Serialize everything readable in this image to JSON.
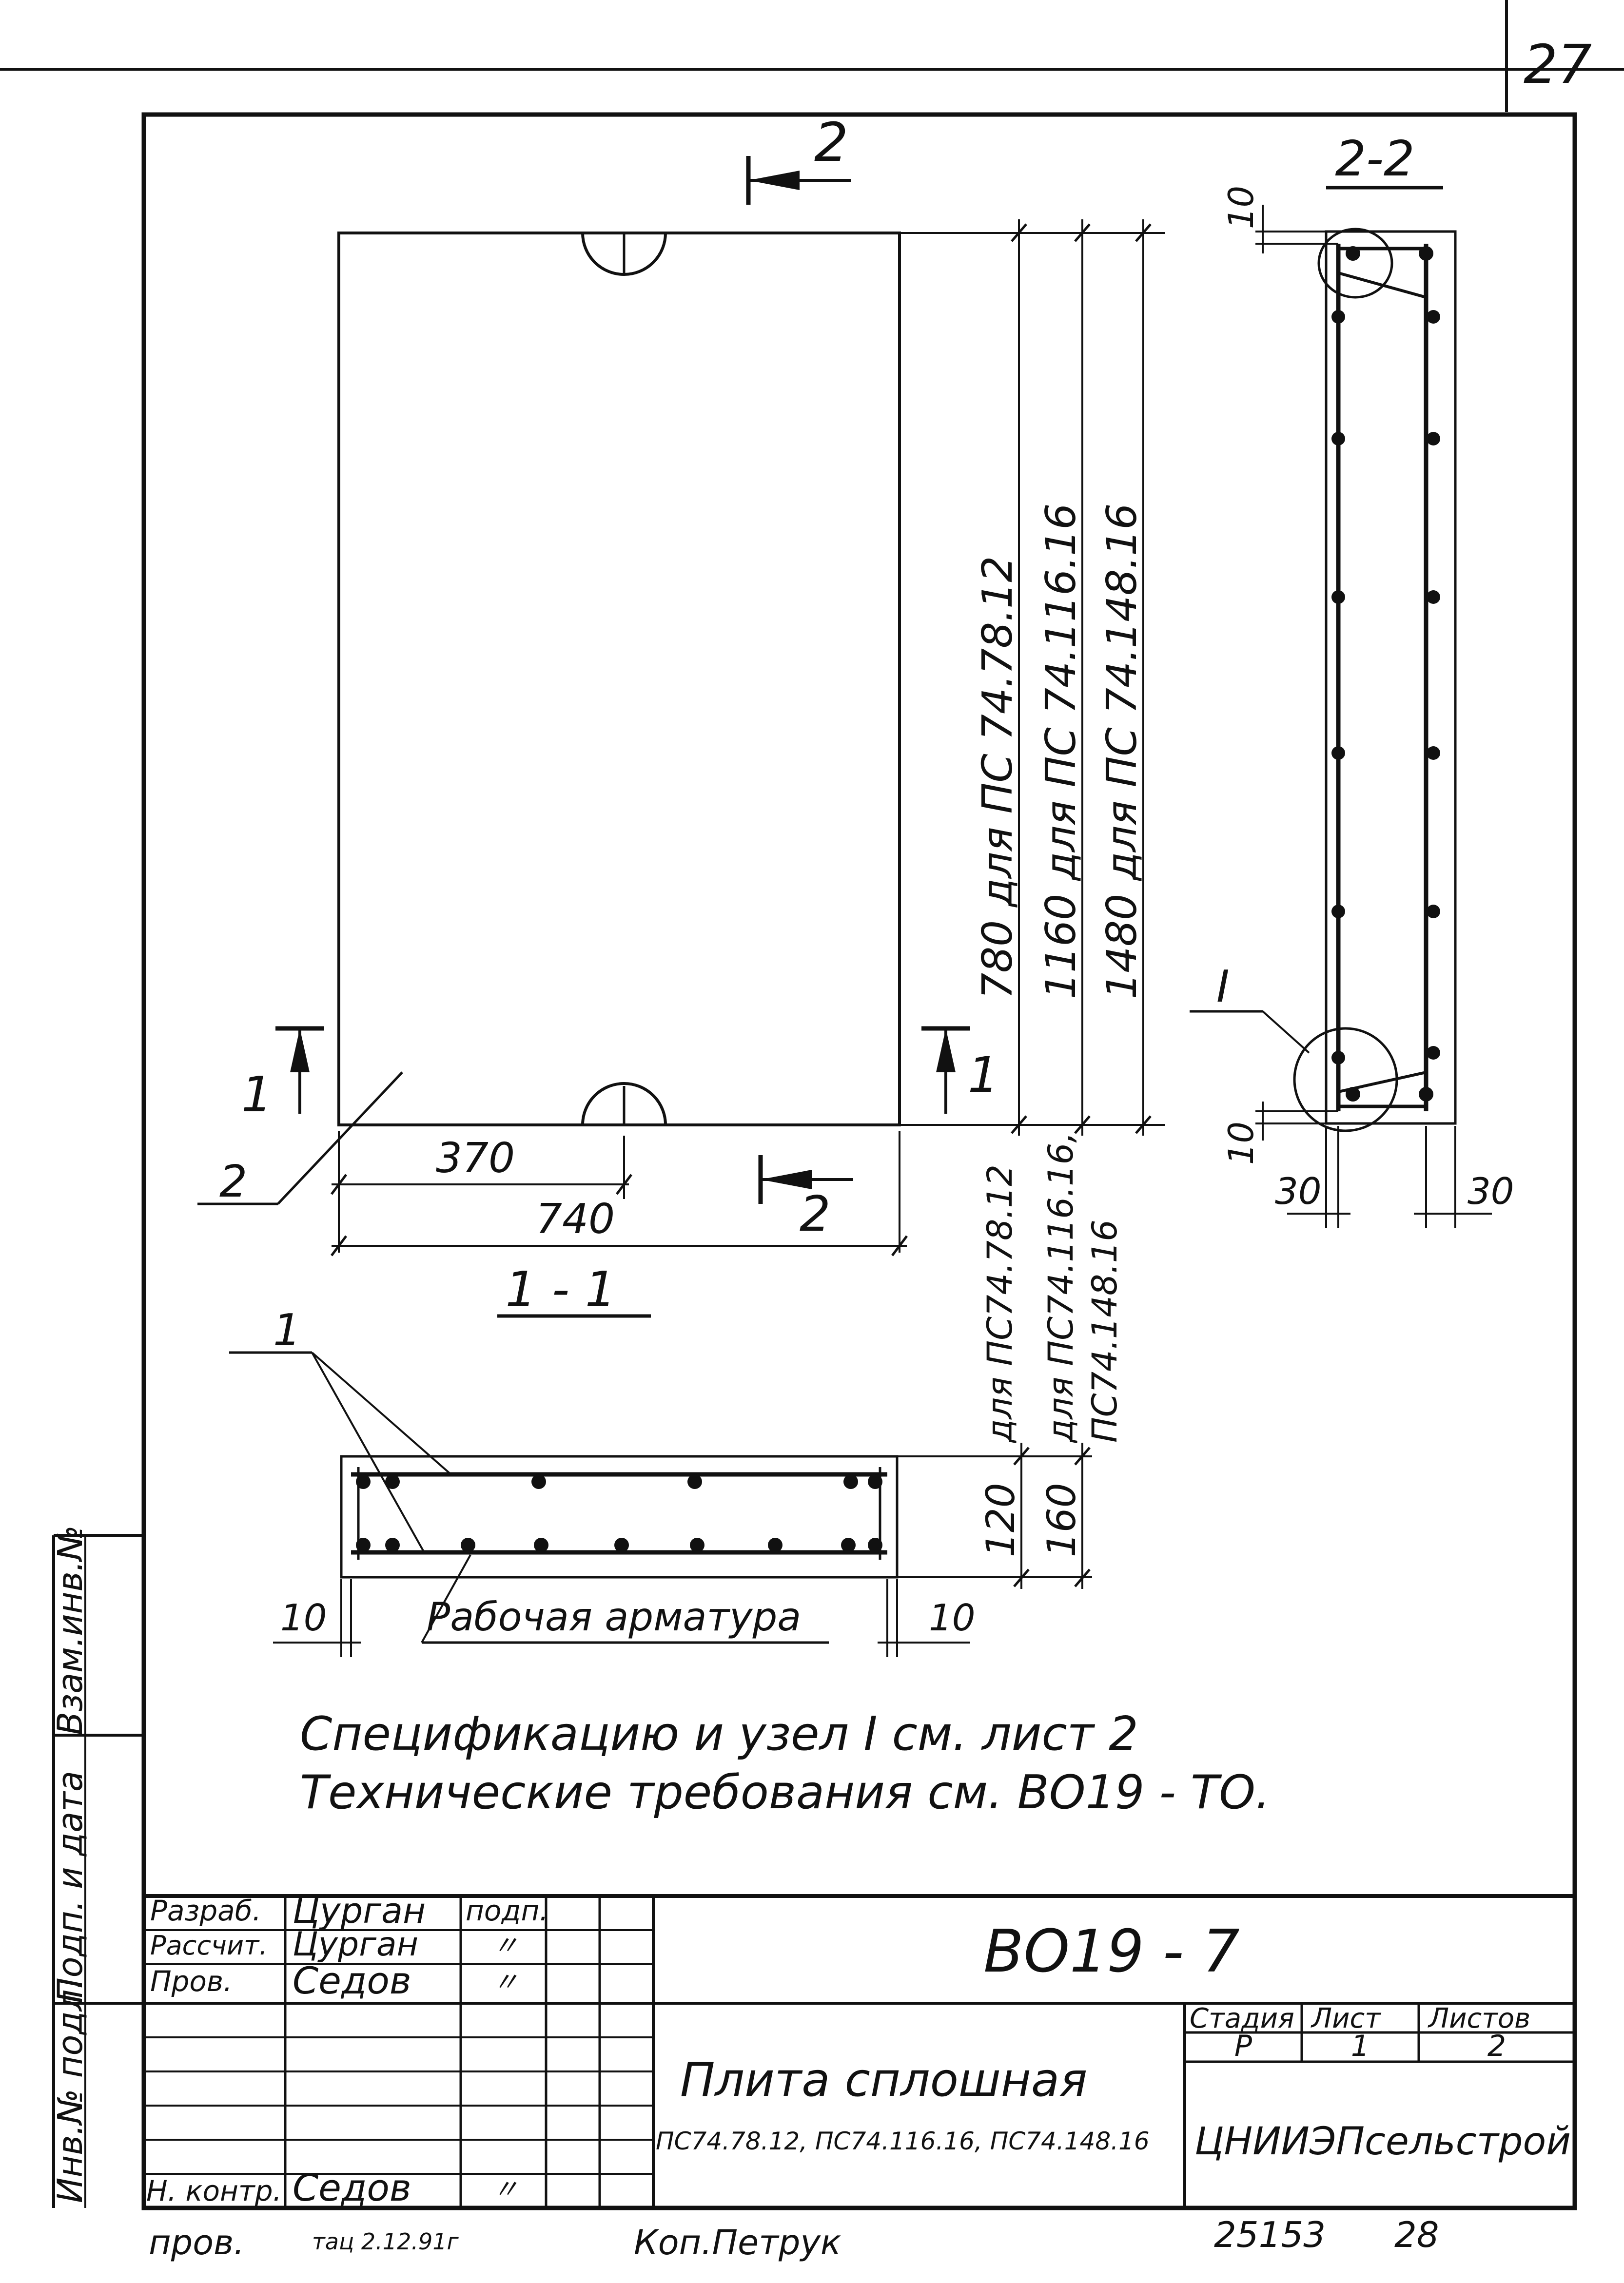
{
  "sheet_number": "27",
  "drawing": {
    "plan": {
      "section_mark": "2",
      "section_mark_1": "1",
      "pos_2": "2",
      "dim_370": "370",
      "dim_740": "740",
      "dim_h1": "780  для  ПС 74.78.12",
      "dim_h2": "1160  для  ПС 74.116.16",
      "dim_h3": "1480  для  ПС 74.148.16"
    },
    "section_1_1": {
      "title": "1 - 1",
      "pos_1": "1",
      "dim_120": "120",
      "dim_160": "160",
      "dim_10_left": "10",
      "dim_10_right": "10",
      "label_rebar": "Рабочая  арматура",
      "for_a": "для ПС74.78.12",
      "for_b_1": "для ПС74.116.16,",
      "for_b_2": "ПС74.148.16"
    },
    "section_2_2": {
      "title": "2-2",
      "node": "I",
      "dim_10_top": "10",
      "dim_10_bottom": "10",
      "dim_30_left": "30",
      "dim_30_right": "30"
    }
  },
  "notes": [
    "Спецификацию  и  узел I  см. лист  2",
    "Технические  требования   см.  ВО19 - ТО."
  ],
  "side_stamp": {
    "vzam": "Взам.инв.№",
    "podp": "Подп. и дата",
    "inv": "Инв.№ подл."
  },
  "title_block": {
    "designation": "ВО19 - 7",
    "name": "Плита сплошная",
    "models": "ПС74.78.12, ПС74.116.16, ПС74.148.16",
    "stage_label": "Стадия",
    "sheet_label": "Лист",
    "sheets_label": "Листов",
    "stage": "Р",
    "sheet": "1",
    "sheets": "2",
    "org": "ЦНИИЭПсельстрой",
    "rows": [
      {
        "role": "Разраб.",
        "name": "Цурган",
        "sign": "подп."
      },
      {
        "role": "Рассчит.",
        "name": "Цурган",
        "sign": "〃"
      },
      {
        "role": "Пров.",
        "name": "Седов",
        "sign": "〃"
      },
      {
        "role": "Н. контр.",
        "name": "Седов",
        "sign": "〃"
      }
    ]
  },
  "footer": {
    "checked": "пров.",
    "checked_sign": "тац 2.12.91г",
    "copy": "Коп.Петрук",
    "order": "25153",
    "format": "28"
  }
}
